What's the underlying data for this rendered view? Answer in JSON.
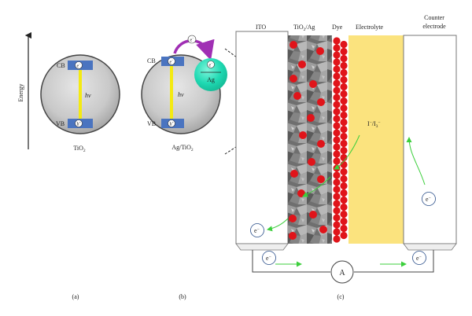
{
  "panel_a": {
    "energy_label": "Energy",
    "cb_label": "CB",
    "vb_label": "VB",
    "electron_label": "e",
    "electron_sup": "−",
    "hole_label": "h",
    "hole_sup": "+",
    "hv_label": "hν",
    "material_main": "TiO",
    "material_sub": "2",
    "caption": "(a)"
  },
  "panel_b": {
    "cb_label": "CB",
    "vb_label": "VB",
    "electron_label": "e",
    "electron_sup": "−",
    "hole_label": "h",
    "hole_sup": "+",
    "hv_label": "hν",
    "ag_label": "Ag",
    "material_main": "Ag/TiO",
    "material_sub": "2",
    "caption": "(b)"
  },
  "panel_c": {
    "ito_label": "ITO",
    "tio2ag_main": "TiO",
    "tio2ag_sub": "2",
    "tio2ag_tail": "/Ag",
    "dye_label": "Dye",
    "electrolyte_label": "Electrolyte",
    "counter_line1": "Counter",
    "counter_line2": "electrode",
    "redox_a": "I",
    "redox_a_sup": "−",
    "redox_sep": "/I",
    "redox_b_sub": "3",
    "redox_b_sup": "−",
    "electron_label": "e",
    "electron_sup": "−",
    "ammeter_label": "A",
    "caption": "(c)"
  },
  "colors": {
    "band_box": "#4a74c0",
    "excitation_arrow": "#f4ea12",
    "transfer_arrow": "#a02fb4",
    "ag_particle": "#1fd9b2",
    "dye": "#e0141a",
    "electrolyte": "#fbe37e",
    "flow_arrow": "#3ccf3c",
    "circle_border": "#2b4f8a"
  }
}
